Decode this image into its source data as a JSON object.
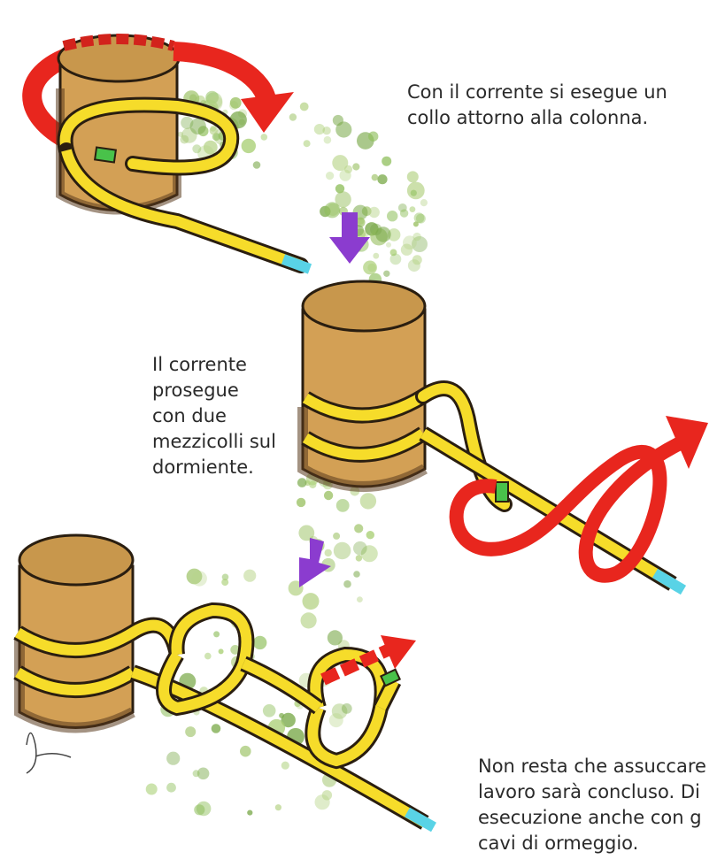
{
  "captions": {
    "step1": "Con il corrente si esegue un\ncollo attorno alla colonna.",
    "step2": "Il corrente prosegue\ncon due mezzicolli sul\ndormiente.",
    "step3": [
      "Non resta che assuccare",
      "lavoro sarà concluso. Di",
      "esecuzione anche con g",
      "cavi di ormeggio."
    ]
  },
  "colors": {
    "bollard": "#d3a055",
    "bollard_top": "#c8974c",
    "bollard_shadow": "#5a3a1e",
    "rope": "#f6dc2a",
    "rope_outline": "#2a1e10",
    "rope_end": "#59d3e6",
    "whipping": "#49c24a",
    "motion_arrow": "#e8261e",
    "step_arrow": "#8b3ccf",
    "foliage": "#8fbf5c"
  },
  "icons": {
    "step_arrow": "down-arrow-icon",
    "motion_arrow": "curved-arrow-icon",
    "signature": "signature-icon"
  }
}
